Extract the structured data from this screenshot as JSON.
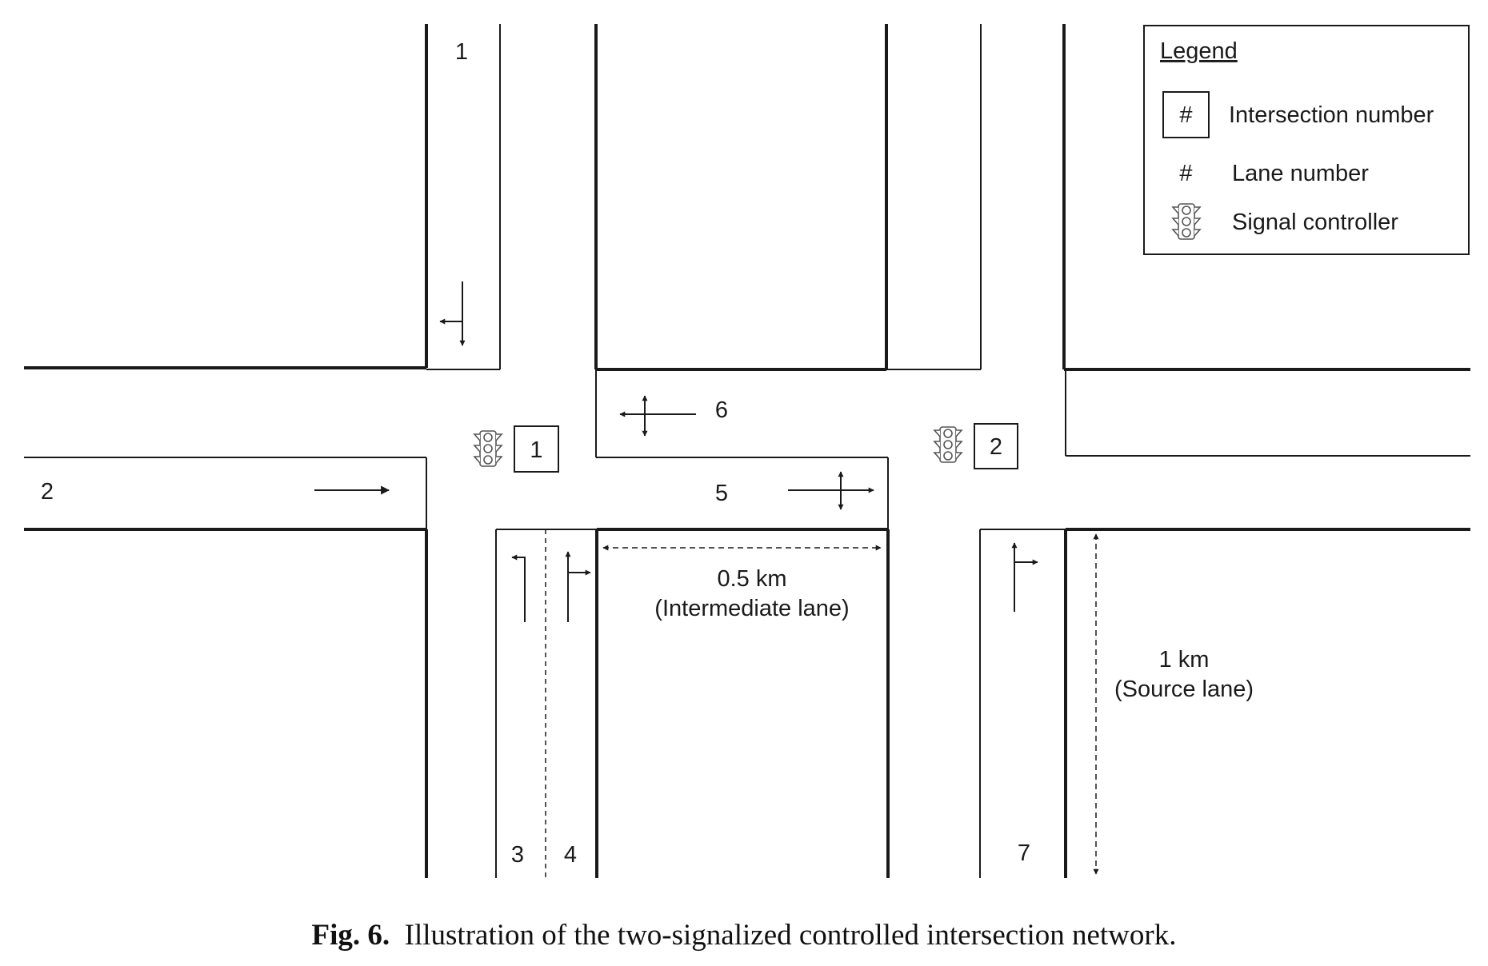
{
  "lane_labels": {
    "l1": "1",
    "l2": "2",
    "l3": "3",
    "l4": "4",
    "l5": "5",
    "l6": "6",
    "l7": "7"
  },
  "intersections": {
    "i1": "1",
    "i2": "2"
  },
  "dimensions": {
    "intermediate": {
      "length": "0.5 km",
      "note": "(Intermediate lane)"
    },
    "source": {
      "length": "1 km",
      "note": "(Source lane)"
    }
  },
  "legend": {
    "title": "Legend",
    "intersection_symbol": "#",
    "intersection_label": "Intersection number",
    "lane_symbol": "#",
    "lane_label": "Lane number",
    "signal_label": "Signal controller"
  },
  "caption": {
    "prefix": "Fig. 6.",
    "text": "Illustration of the two-signalized controlled intersection network."
  },
  "colors": {
    "line": "#1a1a1a",
    "background": "#ffffff"
  }
}
